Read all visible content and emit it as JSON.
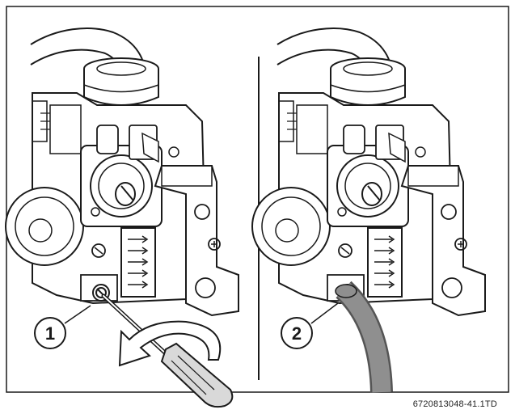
{
  "callouts": {
    "left": "1",
    "right": "2"
  },
  "figure_code": "6720813048-41.1TD",
  "colors": {
    "line": "#1a1a1a",
    "paper": "#ffffff",
    "tube": "#8f8f8f",
    "tube_dark": "#555555",
    "handle": "#d9d9d9"
  }
}
